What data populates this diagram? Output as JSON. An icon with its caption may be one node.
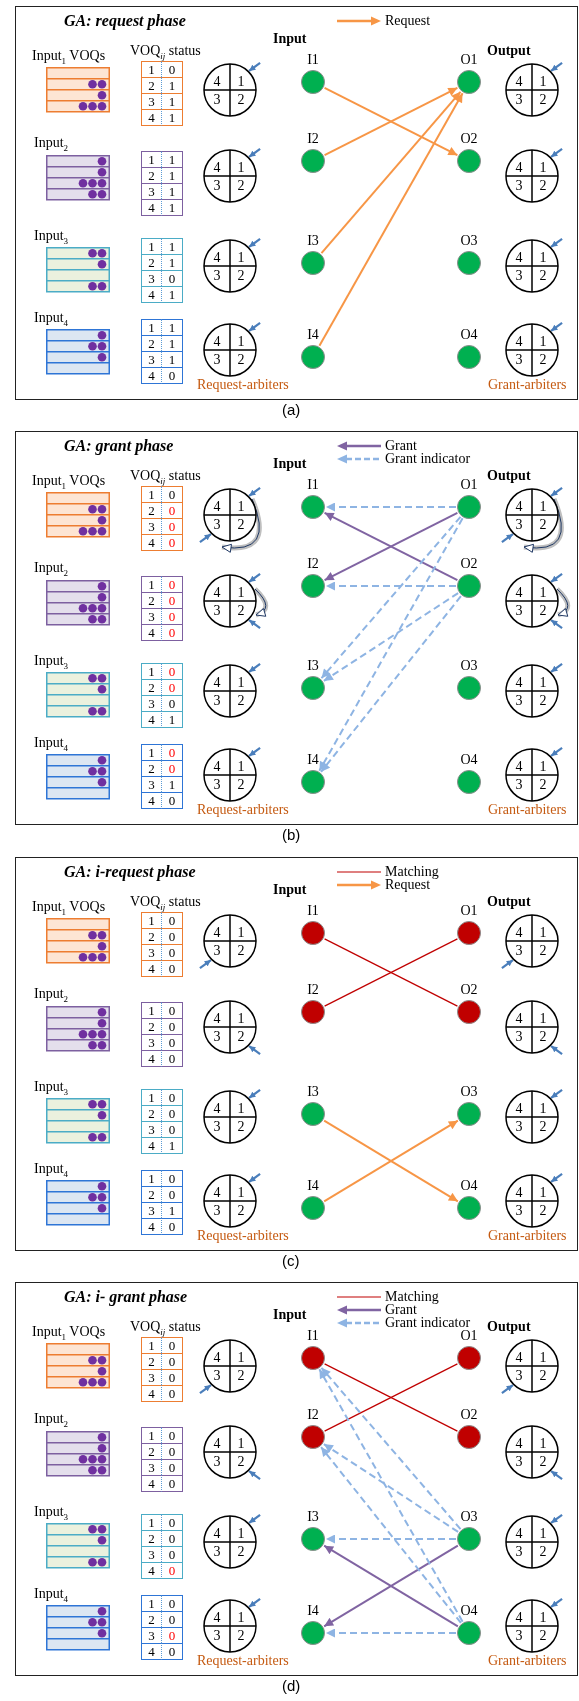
{
  "diagram": {
    "nodes": [
      {
        "text": [
          "**GA:** request phase"
        ]
      },
      {
        "text": [
          "4",
          "1",
          "3",
          "2"
        ],
        "in": 0
      },
      {
        "text": [
          "I1"
        ],
        "in": 0
      },
      {
        "text": [
          "O1"
        ],
        "in": 0
      },
      {
        "text": [
          "4",
          "1",
          "3",
          "2"
        ],
        "in": 0
      },
      {
        "text": [
          "4",
          "1",
          "3",
          "2"
        ],
        "in": 0
      },
      {
        "text": [
          "I2"
        ],
        "in": 0
      },
      {
        "text": [
          "O2"
        ],
        "in": 0
      },
      {
        "text": [
          "4",
          "1",
          "3",
          "2"
        ],
        "in": 0
      },
      {
        "text": [
          "4",
          "1",
          "3",
          "2"
        ],
        "in": 0
      },
      {
        "text": [
          "I3"
        ],
        "in": 0
      },
      {
        "text": [
          "O3"
        ],
        "in": 0
      },
      {
        "text": [
          "4",
          "1",
          "3",
          "2"
        ],
        "in": 0
      },
      {
        "text": [
          "4",
          "1",
          "3",
          "2"
        ],
        "in": 0
      },
      {
        "text": [
          "I4"
        ],
        "in": 0
      },
      {
        "text": [
          "O4"
        ],
        "in": 0
      },
      {
        "text": [
          "4",
          "1",
          "3",
          "2"
        ],
        "in": 0
      },
      {
        "text": [
          "**GA:** grant phase"
        ]
      },
      {
        "text": [
          "4",
          "1",
          "3",
          "2"
        ],
        "in": 17
      },
      {
        "text": [
          "I1"
        ],
        "in": 17
      },
      {
        "text": [
          "O1"
        ],
        "in": 17
      },
      {
        "text": [
          "4",
          "1",
          "3",
          "2"
        ],
        "in": 17
      },
      {
        "text": [
          "4",
          "1",
          "3",
          "2"
        ],
        "in": 17
      },
      {
        "text": [
          "I2"
        ],
        "in": 17
      },
      {
        "text": [
          "O2"
        ],
        "in": 17
      },
      {
        "text": [
          "4",
          "1",
          "3",
          "2"
        ],
        "in": 17
      },
      {
        "text": [
          "4",
          "1",
          "3",
          "2"
        ],
        "in": 17
      },
      {
        "text": [
          "I3"
        ],
        "in": 17
      },
      {
        "text": [
          "O3"
        ],
        "in": 17
      },
      {
        "text": [
          "4",
          "1",
          "3",
          "2"
        ],
        "in": 17
      },
      {
        "text": [
          "4",
          "1",
          "3",
          "2"
        ],
        "in": 17
      },
      {
        "text": [
          "I4"
        ],
        "in": 17
      },
      {
        "text": [
          "O4"
        ],
        "in": 17
      },
      {
        "text": [
          "4",
          "1",
          "3",
          "2"
        ],
        "in": 17
      },
      {
        "text": [
          "**GA:** i-request phase"
        ]
      },
      {
        "text": [
          "4",
          "1",
          "3",
          "2"
        ],
        "in": 34
      },
      {
        "text": [
          "I1"
        ],
        "in": 34
      },
      {
        "text": [
          "O1"
        ],
        "in": 34
      },
      {
        "text": [
          "4",
          "1",
          "3",
          "2"
        ],
        "in": 34
      },
      {
        "text": [
          "4",
          "1",
          "3",
          "2"
        ],
        "in": 34
      },
      {
        "text": [
          "I2"
        ],
        "in": 34
      },
      {
        "text": [
          "O2"
        ],
        "in": 34
      },
      {
        "text": [
          "4",
          "1",
          "3",
          "2"
        ],
        "in": 34
      },
      {
        "text": [
          "4",
          "1",
          "3",
          "2"
        ],
        "in": 34
      },
      {
        "text": [
          "I3"
        ],
        "in": 34
      },
      {
        "text": [
          "O3"
        ],
        "in": 34
      },
      {
        "text": [
          "4",
          "1",
          "3",
          "2"
        ],
        "in": 34
      },
      {
        "text": [
          "4",
          "1",
          "3",
          "2"
        ],
        "in": 34
      },
      {
        "text": [
          "I4"
        ],
        "in": 34
      },
      {
        "text": [
          "O4"
        ],
        "in": 34
      },
      {
        "text": [
          "4",
          "1",
          "3",
          "2"
        ],
        "in": 34
      },
      {
        "text": [
          "**GA:** i- grant phase"
        ]
      },
      {
        "text": [
          "4",
          "1",
          "3",
          "2"
        ],
        "in": 51
      },
      {
        "text": [
          "I1"
        ],
        "in": 51
      },
      {
        "text": [
          "O1"
        ],
        "in": 51
      },
      {
        "text": [
          "4",
          "1",
          "3",
          "2"
        ],
        "in": 51
      },
      {
        "text": [
          "4",
          "1",
          "3",
          "2"
        ],
        "in": 51
      },
      {
        "text": [
          "I2"
        ],
        "in": 51
      },
      {
        "text": [
          "O2"
        ],
        "in": 51
      },
      {
        "text": [
          "4",
          "1",
          "3",
          "2"
        ],
        "in": 51
      },
      {
        "text": [
          "4",
          "1",
          "3",
          "2"
        ],
        "in": 51
      },
      {
        "text": [
          "I3"
        ],
        "in": 51
      },
      {
        "text": [
          "O3"
        ],
        "in": 51
      },
      {
        "text": [
          "4",
          "1",
          "3",
          "2"
        ],
        "in": 51
      },
      {
        "text": [
          "4",
          "1",
          "3",
          "2"
        ],
        "in": 51
      },
      {
        "text": [
          "I4"
        ],
        "in": 51
      },
      {
        "text": [
          "O4"
        ],
        "in": 51
      },
      {
        "text": [
          "4",
          "1",
          "3",
          "2"
        ],
        "in": 51
      }
    ],
    "edges": [
      {
        "from": 2,
        "to": 7,
        "arrow": "to",
        "color": "#f79646"
      },
      {
        "from": 6,
        "to": 3,
        "arrow": "to",
        "color": "#f79646"
      },
      {
        "from": 10,
        "to": 3,
        "arrow": "to",
        "color": "#f79646"
      },
      {
        "from": 14,
        "to": 3,
        "arrow": "to",
        "color": "#f79646"
      },
      {
        "from": 20,
        "to": 23,
        "arrow": "to",
        "color": "#8064a2"
      },
      {
        "from": 24,
        "to": 19,
        "arrow": "to",
        "color": "#8064a2"
      },
      {
        "from": 20,
        "to": 19,
        "arrow": "to",
        "style": "dashed",
        "color": "#8eb4e3"
      },
      {
        "from": 20,
        "to": 27,
        "arrow": "to",
        "style": "dashed",
        "color": "#8eb4e3"
      },
      {
        "from": 20,
        "to": 31,
        "arrow": "to",
        "style": "dashed",
        "color": "#8eb4e3"
      },
      {
        "from": 24,
        "to": 23,
        "arrow": "to",
        "style": "dashed",
        "color": "#8eb4e3"
      },
      {
        "from": 24,
        "to": 27,
        "arrow": "to",
        "style": "dashed",
        "color": "#8eb4e3"
      },
      {
        "from": 24,
        "to": 31,
        "arrow": "to",
        "style": "dashed",
        "color": "#8eb4e3"
      },
      {
        "from": 36,
        "to": 41,
        "arrow": "none",
        "color": "#c00000"
      },
      {
        "from": 40,
        "to": 37,
        "arrow": "none",
        "color": "#c00000"
      },
      {
        "from": 44,
        "to": 49,
        "arrow": "to",
        "color": "#f79646"
      },
      {
        "from": 48,
        "to": 45,
        "arrow": "to",
        "color": "#f79646"
      },
      {
        "from": 53,
        "to": 58,
        "arrow": "none",
        "color": "#c00000"
      },
      {
        "from": 57,
        "to": 54,
        "arrow": "none",
        "color": "#c00000"
      },
      {
        "from": 62,
        "to": 65,
        "arrow": "to",
        "color": "#8064a2"
      },
      {
        "from": 66,
        "to": 61,
        "arrow": "to",
        "color": "#8064a2"
      },
      {
        "from": 62,
        "to": 61,
        "arrow": "to",
        "style": "dashed",
        "color": "#8eb4e3"
      },
      {
        "from": 62,
        "to": 53,
        "arrow": "to",
        "style": "dashed",
        "color": "#8eb4e3"
      },
      {
        "from": 62,
        "to": 57,
        "arrow": "to",
        "style": "dashed",
        "color": "#8eb4e3"
      },
      {
        "from": 66,
        "to": 65,
        "arrow": "to",
        "style": "dashed",
        "color": "#8eb4e3"
      },
      {
        "from": 66,
        "to": 53,
        "arrow": "to",
        "style": "dashed",
        "color": "#8eb4e3"
      },
      {
        "from": 66,
        "to": 57,
        "arrow": "to",
        "style": "dashed",
        "color": "#8eb4e3"
      },
      {
        "from": null,
        "to": 1,
        "arrow": "to"
      },
      {
        "from": null,
        "to": 4,
        "arrow": "to"
      },
      {
        "from": null,
        "to": 5,
        "arrow": "to"
      },
      {
        "from": null,
        "to": 8,
        "arrow": "to"
      },
      {
        "from": null,
        "to": 9,
        "arrow": "to"
      },
      {
        "from": null,
        "to": 12,
        "arrow": "to"
      },
      {
        "from": null,
        "to": 13,
        "arrow": "to"
      },
      {
        "from": null,
        "to": 16,
        "arrow": "to"
      },
      {
        "from": null,
        "to": 18,
        "arrow": "to"
      },
      {
        "from": null,
        "to": 18,
        "arrow": "to"
      },
      {
        "from": null,
        "to": 21,
        "arrow": "to"
      },
      {
        "from": null,
        "to": 21,
        "arrow": "to"
      },
      {
        "from": null,
        "to": 22,
        "arrow": "to"
      },
      {
        "from": null,
        "to": 22,
        "arrow": "to"
      },
      {
        "from": null,
        "to": 25,
        "arrow": "to"
      },
      {
        "from": null,
        "to": 25,
        "arrow": "to"
      },
      {
        "from": null,
        "to": 26,
        "arrow": "to"
      },
      {
        "from": null,
        "to": 29,
        "arrow": "to"
      },
      {
        "from": null,
        "to": 30,
        "arrow": "to"
      },
      {
        "from": null,
        "to": 33,
        "arrow": "to"
      },
      {
        "from": null,
        "to": 35,
        "arrow": "to"
      },
      {
        "from": null,
        "to": 38,
        "arrow": "to"
      },
      {
        "from": null,
        "to": 39,
        "arrow": "to"
      },
      {
        "from": null,
        "to": 42,
        "arrow": "to"
      },
      {
        "from": null,
        "to": 43,
        "arrow": "to"
      },
      {
        "from": null,
        "to": 46,
        "arrow": "to"
      },
      {
        "from": null,
        "to": 47,
        "arrow": "to"
      },
      {
        "from": null,
        "to": 50,
        "arrow": "to"
      },
      {
        "from": null,
        "to": 52,
        "arrow": "to"
      },
      {
        "from": null,
        "to": 55,
        "arrow": "to"
      },
      {
        "from": null,
        "to": 56,
        "arrow": "to"
      },
      {
        "from": null,
        "to": 59,
        "arrow": "to"
      },
      {
        "from": null,
        "to": 60,
        "arrow": "to"
      },
      {
        "from": null,
        "to": 63,
        "arrow": "to"
      },
      {
        "from": null,
        "to": 64,
        "arrow": "to"
      },
      {
        "from": null,
        "to": 67,
        "arrow": "to"
      }
    ],
    "labels": [
      "Input$_{1}$ VOQs",
      "VOQ$_{ij}$ status",
      "Input",
      "Output",
      "1",
      "0",
      "2",
      "1",
      "3",
      "1",
      "4",
      "1",
      "Input$_{2}$",
      "1",
      "1",
      "2",
      "1",
      "3",
      "1",
      "4",
      "1",
      "Input$_{3}$",
      "1",
      "1",
      "2",
      "1",
      "3",
      "0",
      "4",
      "1",
      "Input$_{4}$",
      "1",
      "1",
      "2",
      "1",
      "3",
      "1",
      "4",
      "0",
      "Request-arbiters",
      "Grant-arbiters",
      "(a)",
      "Input$_{1}$ VOQs",
      "VOQ$_{ij}$ status",
      "Input",
      "Output",
      "1",
      "0",
      "2",
      "0",
      "3",
      "0",
      "4",
      "0",
      "Input$_{2}$",
      "1",
      "0",
      "2",
      "0",
      "3",
      "0",
      "4",
      "0",
      "Input$_{3}$",
      "1",
      "0",
      "2",
      "0",
      "3",
      "0",
      "4",
      "1",
      "Input$_{4}$",
      "1",
      "0",
      "2",
      "0",
      "3",
      "1",
      "4",
      "0",
      "Request-arbiters",
      "Grant-arbiters",
      "(b)",
      "Input$_{1}$ VOQs",
      "VOQ$_{ij}$ status",
      "Input",
      "Output",
      "1",
      "0",
      "2",
      "0",
      "3",
      "0",
      "4",
      "0",
      "Input$_{2}$",
      "1",
      "0",
      "2",
      "0",
      "3",
      "0",
      "4",
      "0",
      "Input$_{3}$",
      "1",
      "0",
      "2",
      "0",
      "3",
      "0",
      "4",
      "1",
      "Input$_{4}$",
      "1",
      "0",
      "2",
      "0",
      "3",
      "1",
      "4",
      "0",
      "Request-arbiters",
      "Grant-arbiters",
      "(c)",
      "Input$_{1}$ VOQs",
      "VOQ$_{ij}$ status",
      "Input",
      "Output",
      "1",
      "0",
      "2",
      "0",
      "3",
      "0",
      "4",
      "0",
      "Input$_{2}$",
      "1",
      "0",
      "2",
      "0",
      "3",
      "0",
      "4",
      "0",
      "Input$_{3}$",
      "1",
      "0",
      "2",
      "0",
      "3",
      "0",
      "4",
      "0",
      "Input$_{4}$",
      "1",
      "0",
      "2",
      "0",
      "3",
      "0",
      "4",
      "0",
      "Request-arbiters",
      "Grant-arbiters",
      "(d)"
    ],
    "legend": [
      {
        "text": "Request"
      },
      {
        "text": "Grant"
      },
      {
        "text": "Grant indicator"
      },
      {
        "text": "Matching"
      },
      {
        "text": "Request"
      },
      {
        "text": "Matching"
      },
      {
        "text": "Grant"
      },
      {
        "text": "Grant indicator"
      }
    ]
  }
}
